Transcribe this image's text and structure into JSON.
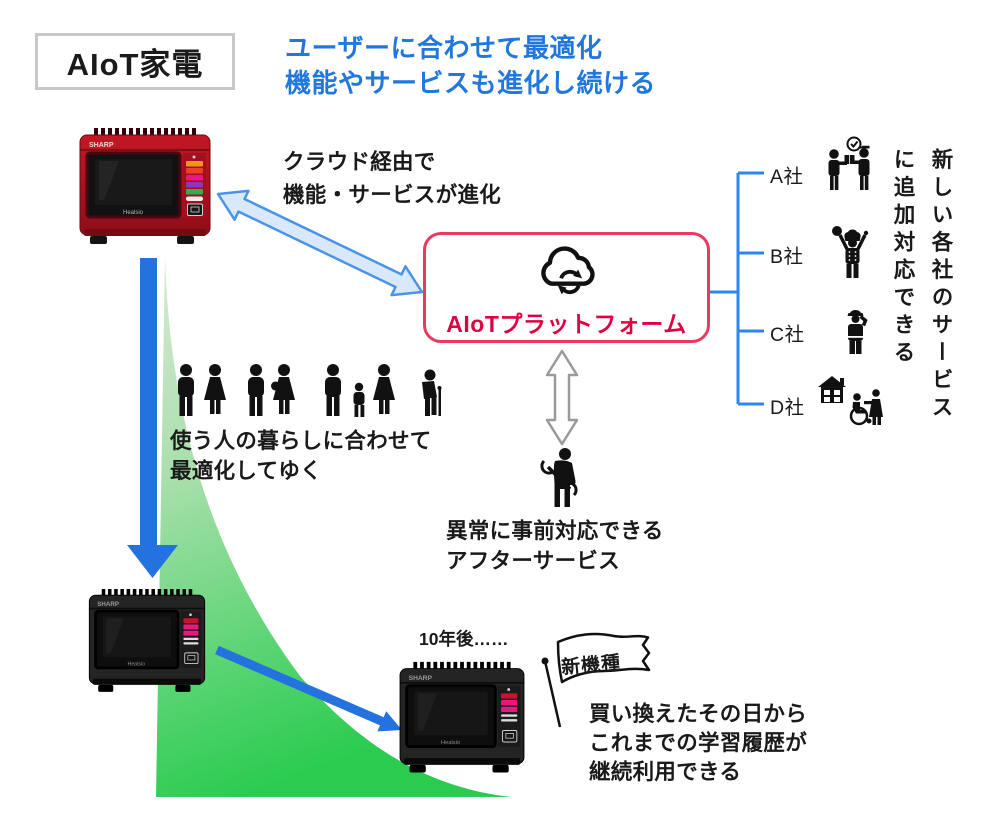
{
  "title_box": {
    "label": "AIoT家電"
  },
  "headline": {
    "line1": "ユーザーに合わせて最適化",
    "line2": "機能やサービスも進化し続ける",
    "color": "#2277dd"
  },
  "cloud_note": {
    "line1": "クラウド経由で",
    "line2": "機能・サービスが進化"
  },
  "platform": {
    "label": "AIoTプラットフォーム",
    "icon": "cloud-sync-icon"
  },
  "companies": [
    {
      "label": "A社",
      "icon": "package-handover-icon"
    },
    {
      "label": "B社",
      "icon": "chef-icon"
    },
    {
      "label": "C社",
      "icon": "security-guard-icon"
    },
    {
      "label": "D社",
      "icon": "home-care-icon"
    }
  ],
  "right_note": {
    "col1": "新しい各社のサービス",
    "col2": "に追加対応できる"
  },
  "after_service": {
    "line1": "異常に事前対応できる",
    "line2": "アフターサービス",
    "icon": "repair-worker-icon"
  },
  "lifestyle_note": {
    "line1": "使う人の暮らしに合わせて",
    "line2": "最適化してゆく",
    "icon": "family-silhouettes-icon"
  },
  "future": {
    "years_label": "10年後……",
    "flag_label": "新機種",
    "line1": "買い換えたその日から",
    "line2": "これまでの学習履歴が",
    "line3": "継続利用できる"
  },
  "appliances": {
    "brand": "SHARP",
    "model": "Healsio"
  },
  "colors": {
    "headline_blue": "#2277dd",
    "solid_arrow_blue": "#2472dd",
    "outlined_arrow_fill": "#d9e9fb",
    "outlined_arrow_stroke": "#4a94e8",
    "bracket_blue": "#2e86f0",
    "platform_border": "#ea3a62",
    "platform_text": "#e00041",
    "green_gradient_top": "#d8e9d5",
    "green_gradient_bottom": "#2bcb50",
    "gray_arrow": "#9a9a9a",
    "appliance_red": "#c41724"
  }
}
